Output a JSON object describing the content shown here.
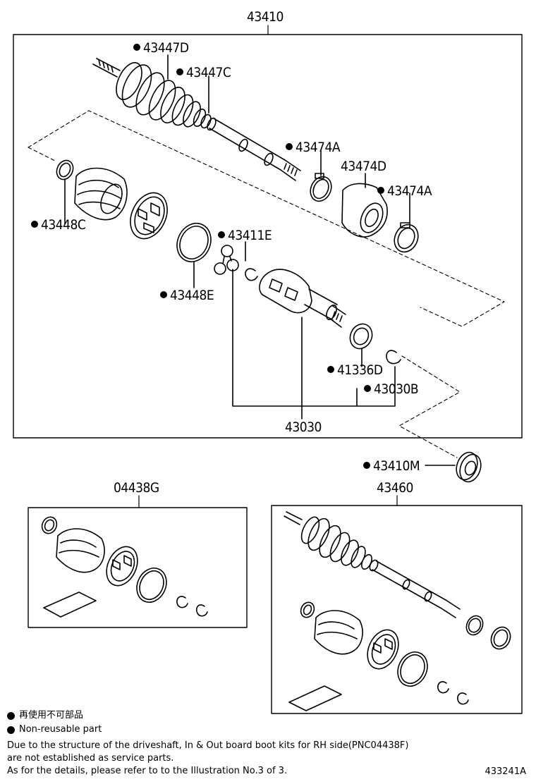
{
  "labels": {
    "main_assembly": "43410",
    "p43447D": "43447D",
    "p43447C": "43447C",
    "p43474A_1": "43474A",
    "p43474D": "43474D",
    "p43474A_2": "43474A",
    "p43448C": "43448C",
    "p43411E": "43411E",
    "p43448E": "43448E",
    "p41336D": "41336D",
    "p43030B": "43030B",
    "p43030": "43030",
    "p43410M": "43410M",
    "kit_left": "04438G",
    "kit_right": "43460"
  },
  "legend": {
    "line1": "再使用不可部品",
    "line2": "Non-reusable part"
  },
  "note": {
    "line1": "Due to the structure of the driveshaft, In & Out board  boot kits for RH side(PNC04438F)",
    "line2": "are not established as service parts.",
    "line3": "As for the details, please refer to to the Illustration No.3 of 3."
  },
  "figure_id": "433241A"
}
